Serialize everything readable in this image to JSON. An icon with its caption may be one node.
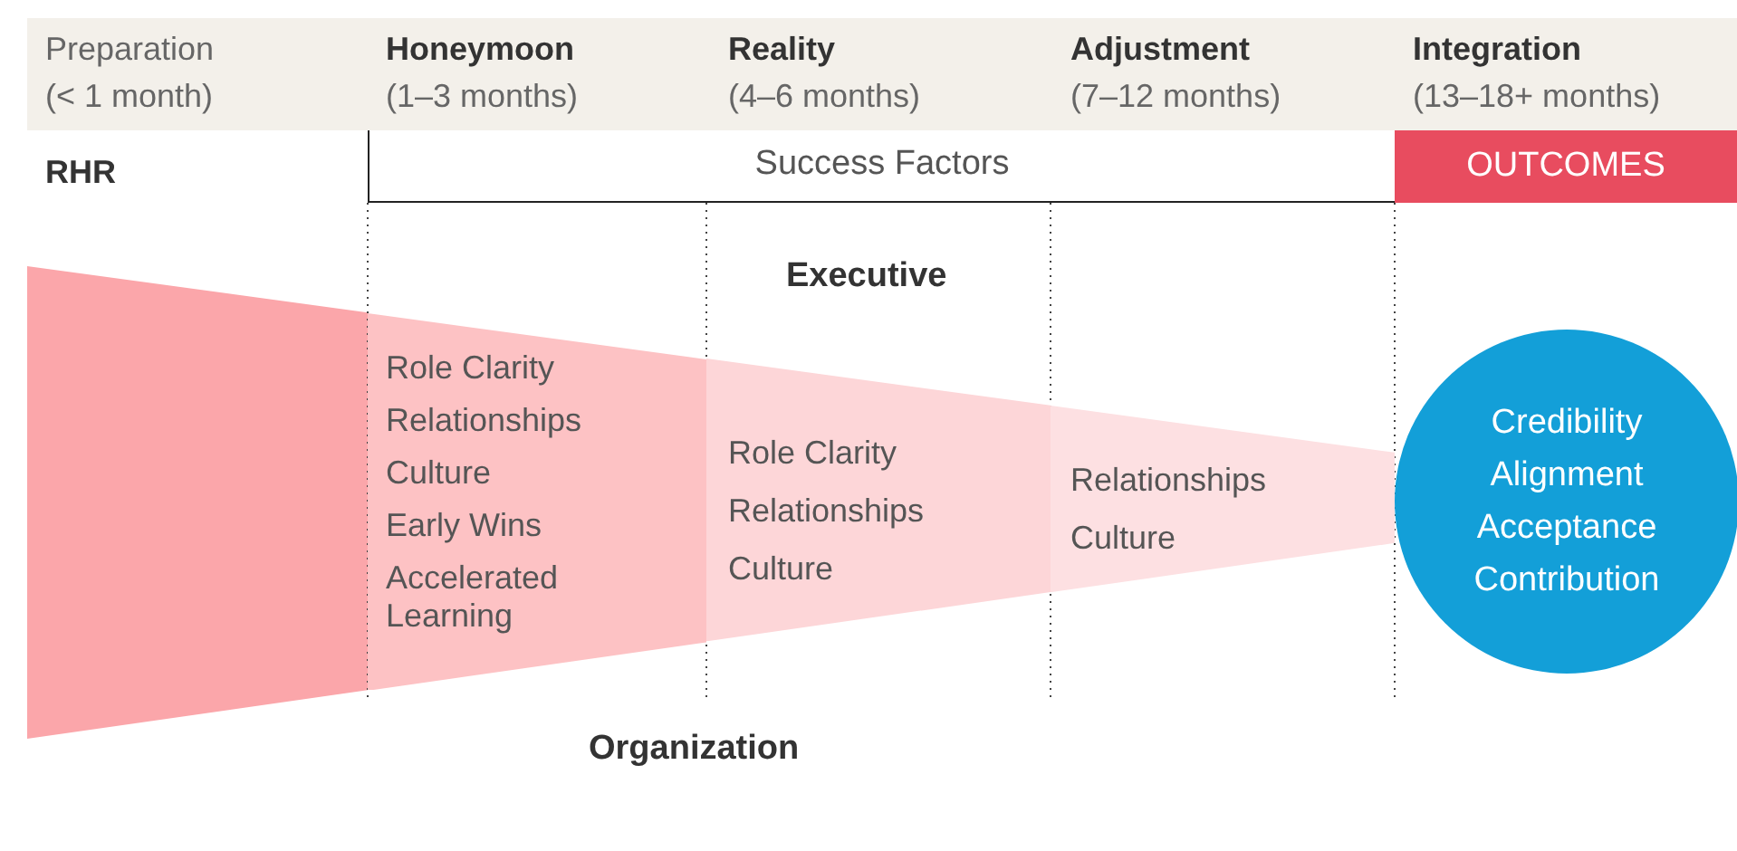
{
  "diagram": {
    "nodes": [
      {
        "text": [
          "Success Factors"
        ]
      },
      {
        "text": [
          "OUTCOMES"
        ]
      },
      {
        "text": [
          "Role Clarity",
          "Relationships",
          "Culture",
          "Early Wins",
          "Accelerated Learning"
        ]
      },
      {
        "text": [
          "Role Clarity",
          "Relationships",
          "Culture"
        ]
      },
      {
        "text": [
          "Relationships",
          "Culture"
        ]
      },
      {
        "text": [
          "Credibility",
          "Alignment",
          "Acceptance",
          "Contribution"
        ]
      },
      {
        "text": [],
        "shape": "trapezoid"
      }
    ],
    "labels": [
      "Preparation",
      "(< 1 month)",
      "Honeymoon",
      "(1–3 months)",
      "Reality",
      "(4–6 months)",
      "Adjustment",
      "(7–12 months)",
      "Integration",
      "(13–18+ months)",
      "RHR",
      "Executive",
      "Organization"
    ]
  }
}
